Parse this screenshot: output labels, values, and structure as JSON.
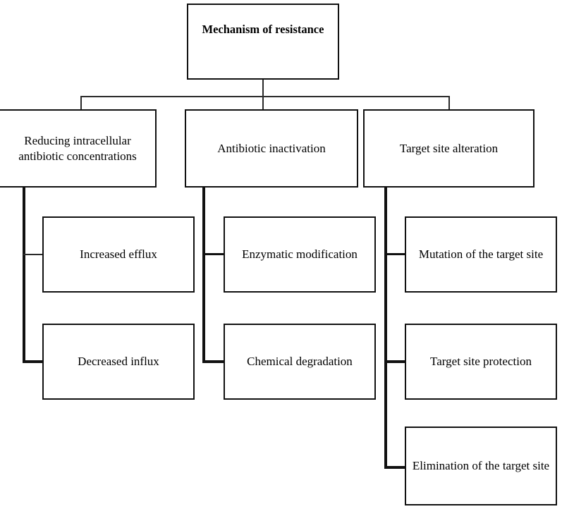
{
  "diagram": {
    "title": "Mechanism of resistance",
    "type": "hierarchy-flowchart",
    "background_color": "#ffffff",
    "line_color": "#111111",
    "text_color": "#000000",
    "root": {
      "label": "Mechanism of resistance"
    },
    "branches": [
      {
        "label": "Reducing intracellular antibiotic concentrations",
        "children": [
          {
            "label": "Increased efflux"
          },
          {
            "label": "Decreased influx"
          }
        ]
      },
      {
        "label": "Antibiotic inactivation",
        "children": [
          {
            "label": "Enzymatic modification"
          },
          {
            "label": "Chemical degradation"
          }
        ]
      },
      {
        "label": "Target site alteration",
        "children": [
          {
            "label": "Mutation of the target site"
          },
          {
            "label": "Target site protection"
          },
          {
            "label": "Elimination of the target site"
          }
        ]
      }
    ]
  }
}
